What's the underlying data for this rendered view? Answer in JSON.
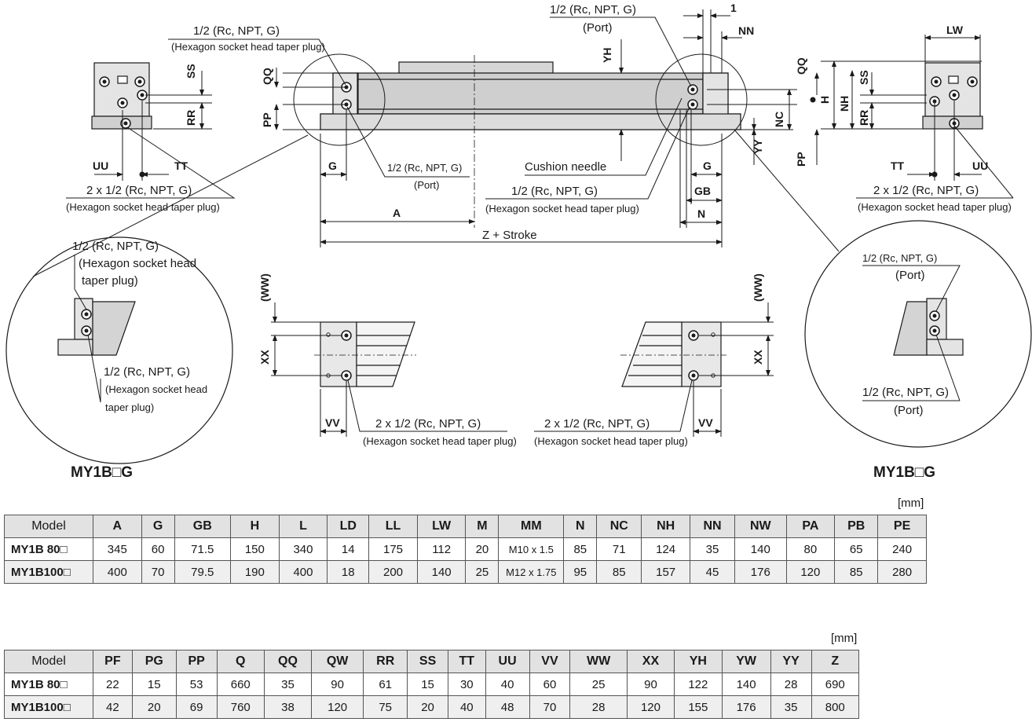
{
  "diagram": {
    "title_left": "MY1B□G",
    "title_right": "MY1B□G",
    "labels": {
      "plug_top_left_1": "1/2 (Rc, NPT, G)",
      "plug_top_left_2": "(Hexagon socket head taper plug)",
      "port_top_right_1": "1/2 (Rc, NPT, G)",
      "port_top_right_2": "(Port)",
      "port_center_1": "1/2 (Rc, NPT, G)",
      "port_center_2": "(Port)",
      "cushion": "Cushion needle",
      "plug_center_1": "1/2 (Rc, NPT, G)",
      "plug_center_2": "(Hexagon socket head taper plug)",
      "two_plug_1": "2 x 1/2 (Rc, NPT, G)",
      "two_plug_2": "(Hexagon socket head taper plug)",
      "zoom_left_top_1": "1/2 (Rc, NPT, G)",
      "zoom_left_top_2": "(Hexagon socket head",
      "zoom_left_top_3": "taper plug)",
      "zoom_left_bot_1": "1/2 (Rc, NPT, G)",
      "zoom_left_bot_2": "(Hexagon socket head",
      "zoom_left_bot_3": "taper plug)",
      "zoom_right_1": "1/2 (Rc, NPT, G)",
      "zoom_right_2": "(Port)",
      "zoom_right_3": "1/2 (Rc, NPT, G)",
      "zoom_right_4": "(Port)",
      "z_stroke": "Z + Stroke"
    },
    "dims": {
      "A": "A",
      "G": "G",
      "GB": "GB",
      "N": "N",
      "NN": "NN",
      "one": "1",
      "YH": "YH",
      "QQ": "QQ",
      "PP": "PP",
      "SS": "SS",
      "RR": "RR",
      "UU": "UU",
      "TT": "TT",
      "LW": "LW",
      "H": "H",
      "NH": "NH",
      "NC": "NC",
      "YY": "YY",
      "WW": "(WW)",
      "XX": "XX",
      "VV": "VV"
    }
  },
  "table1": {
    "unit": "[mm]",
    "headers": [
      "Model",
      "A",
      "G",
      "GB",
      "H",
      "L",
      "LD",
      "LL",
      "LW",
      "M",
      "MM",
      "N",
      "NC",
      "NH",
      "NN",
      "NW",
      "PA",
      "PB",
      "PE"
    ],
    "rows": [
      {
        "model": "MY1B 80□",
        "cells": [
          "345",
          "60",
          "71.5",
          "150",
          "340",
          "14",
          "175",
          "112",
          "20",
          "M10 x 1.5",
          "85",
          "71",
          "124",
          "35",
          "140",
          "80",
          "65",
          "240"
        ]
      },
      {
        "model": "MY1B100□",
        "cells": [
          "400",
          "70",
          "79.5",
          "190",
          "400",
          "18",
          "200",
          "140",
          "25",
          "M12 x 1.75",
          "95",
          "85",
          "157",
          "45",
          "176",
          "120",
          "85",
          "280"
        ]
      }
    ]
  },
  "table2": {
    "unit": "[mm]",
    "headers": [
      "Model",
      "PF",
      "PG",
      "PP",
      "Q",
      "QQ",
      "QW",
      "RR",
      "SS",
      "TT",
      "UU",
      "VV",
      "WW",
      "XX",
      "YH",
      "YW",
      "YY",
      "Z"
    ],
    "rows": [
      {
        "model": "MY1B 80□",
        "cells": [
          "22",
          "15",
          "53",
          "660",
          "35",
          "90",
          "61",
          "15",
          "30",
          "40",
          "60",
          "25",
          "90",
          "122",
          "140",
          "28",
          "690"
        ]
      },
      {
        "model": "MY1B100□",
        "cells": [
          "42",
          "20",
          "69",
          "760",
          "38",
          "120",
          "75",
          "20",
          "40",
          "48",
          "70",
          "28",
          "120",
          "155",
          "176",
          "35",
          "800"
        ]
      }
    ]
  }
}
